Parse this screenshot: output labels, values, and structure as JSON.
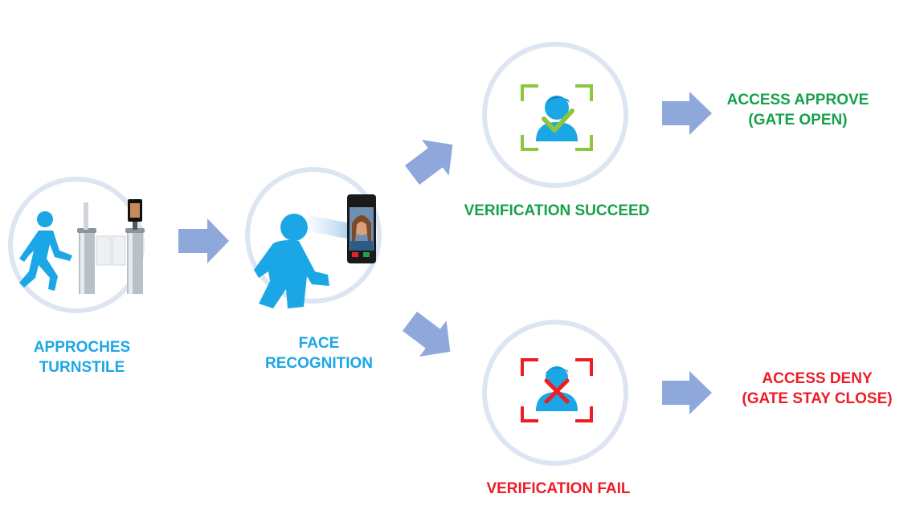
{
  "colors": {
    "blue": "#1ba6e6",
    "green": "#16a14b",
    "red": "#ee1c24",
    "arrow": "#8fa8dc",
    "circle_border": "#dde5f2",
    "frame_green": "#8cc63f"
  },
  "steps": {
    "approach": {
      "line1": "APPROCHES",
      "line2": "TURNSTILE"
    },
    "face": {
      "line1": "FACE",
      "line2": "RECOGNITION"
    },
    "success": {
      "label": "VERIFICATION SUCCEED"
    },
    "fail": {
      "label": "VERIFICATION FAIL"
    }
  },
  "outcomes": {
    "approve": {
      "line1": "ACCESS APPROVE",
      "line2": "(GATE OPEN)"
    },
    "deny": {
      "line1": "ACCESS DENY",
      "line2": "(GATE STAY CLOSE)"
    }
  },
  "icons": [
    "walking-person-icon",
    "turnstile-icon",
    "face-terminal-icon",
    "verified-user-icon",
    "rejected-user-icon",
    "arrow-icon"
  ]
}
